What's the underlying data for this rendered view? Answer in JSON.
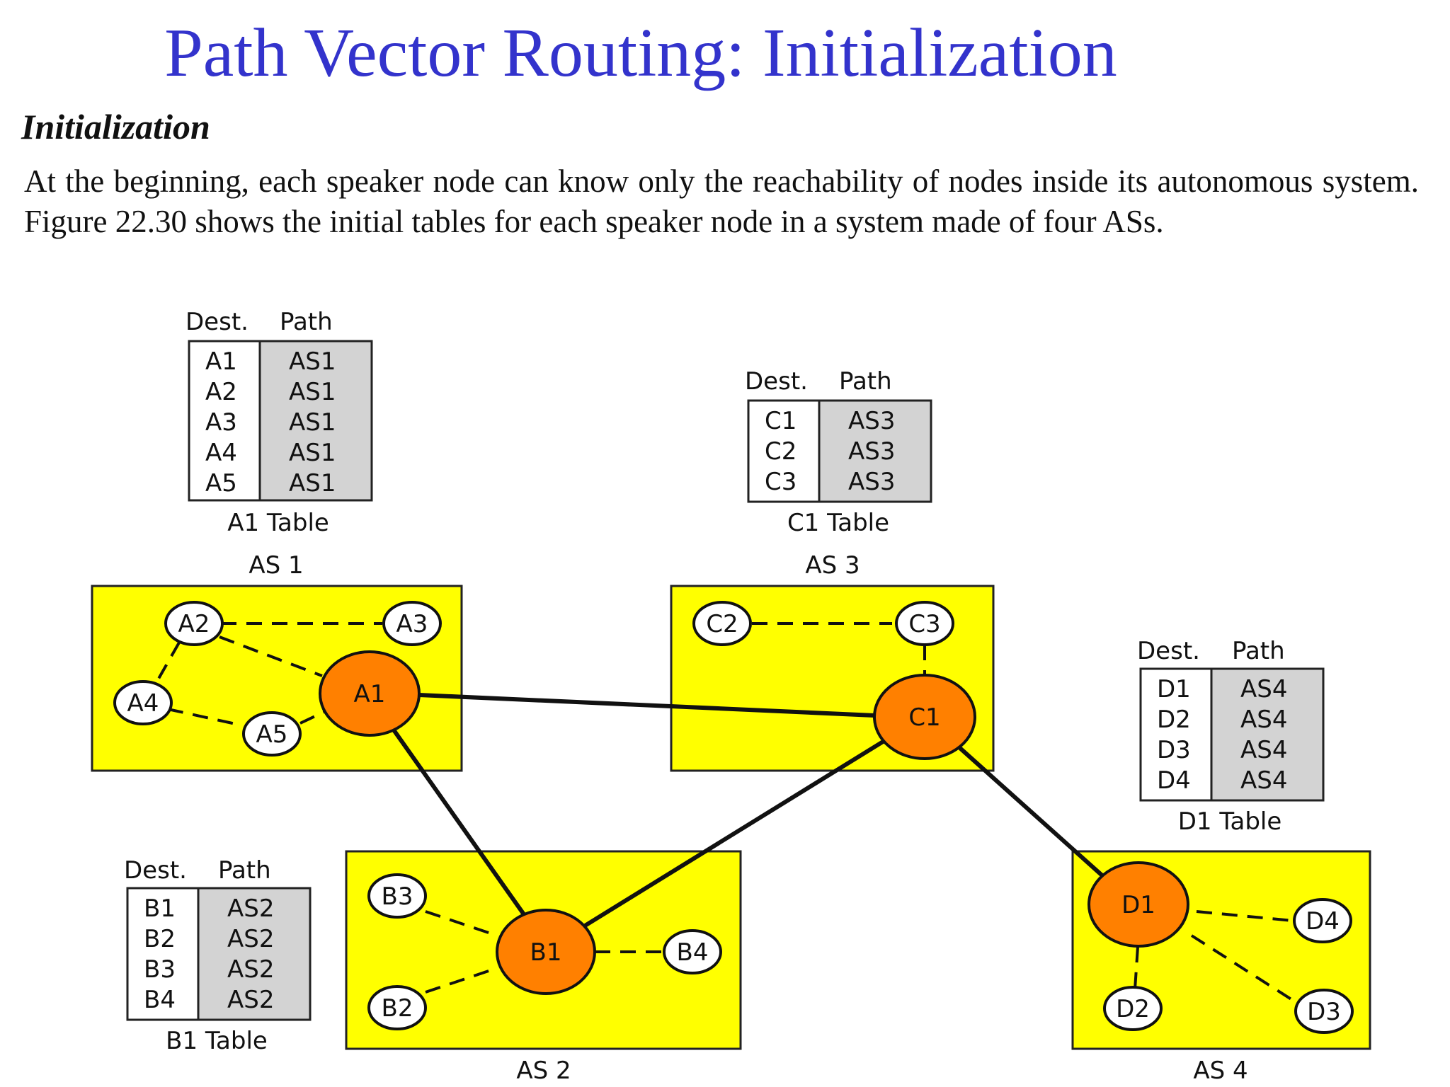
{
  "title": "Path Vector Routing: Initialization",
  "subtitle": "Initialization",
  "paragraph": "At the beginning, each speaker node can know only the reachability of nodes inside its autonomous system. Figure 22.30 shows the initial tables for each speaker node in a system made of four ASs.",
  "colors": {
    "title": "#3333cc",
    "as_fill": "#ffff00",
    "speaker_fill": "#ff8000",
    "node_fill": "#ffffff",
    "path_col_fill": "#d3d3d3"
  },
  "autonomous_systems": [
    {
      "id": "as1",
      "label": "AS 1"
    },
    {
      "id": "as2",
      "label": "AS 2"
    },
    {
      "id": "as3",
      "label": "AS 3"
    },
    {
      "id": "as4",
      "label": "AS 4"
    }
  ],
  "nodes": {
    "A1": "A1",
    "A2": "A2",
    "A3": "A3",
    "A4": "A4",
    "A5": "A5",
    "B1": "B1",
    "B2": "B2",
    "B3": "B3",
    "B4": "B4",
    "C1": "C1",
    "C2": "C2",
    "C3": "C3",
    "D1": "D1",
    "D2": "D2",
    "D3": "D3",
    "D4": "D4"
  },
  "tables": {
    "A1": {
      "header_dest": "Dest.",
      "header_path": "Path",
      "caption": "A1 Table",
      "rows": [
        [
          "A1",
          "AS1"
        ],
        [
          "A2",
          "AS1"
        ],
        [
          "A3",
          "AS1"
        ],
        [
          "A4",
          "AS1"
        ],
        [
          "A5",
          "AS1"
        ]
      ]
    },
    "C1": {
      "header_dest": "Dest.",
      "header_path": "Path",
      "caption": "C1 Table",
      "rows": [
        [
          "C1",
          "AS3"
        ],
        [
          "C2",
          "AS3"
        ],
        [
          "C3",
          "AS3"
        ]
      ]
    },
    "D1": {
      "header_dest": "Dest.",
      "header_path": "Path",
      "caption": "D1 Table",
      "rows": [
        [
          "D1",
          "AS4"
        ],
        [
          "D2",
          "AS4"
        ],
        [
          "D3",
          "AS4"
        ],
        [
          "D4",
          "AS4"
        ]
      ]
    },
    "B1": {
      "header_dest": "Dest.",
      "header_path": "Path",
      "caption": "B1 Table",
      "rows": [
        [
          "B1",
          "AS2"
        ],
        [
          "B2",
          "AS2"
        ],
        [
          "B3",
          "AS2"
        ],
        [
          "B4",
          "AS2"
        ]
      ]
    }
  }
}
